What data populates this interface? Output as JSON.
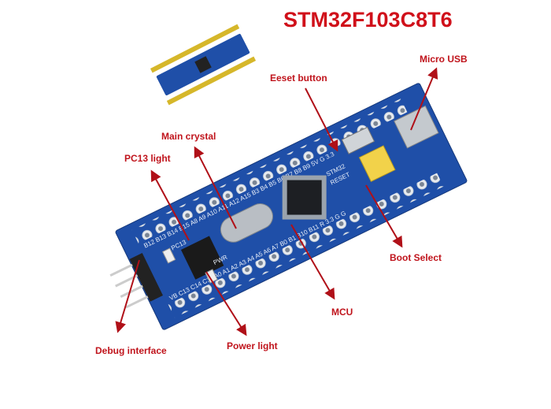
{
  "title": "STM32F103C8T6",
  "labels": {
    "micro_usb": "Micro USB",
    "reset_button": "Eeset button",
    "main_crystal": "Main crystal",
    "pc13_light": "PC13 light",
    "boot_select": "Boot Select",
    "mcu": "MCU",
    "debug_interface": "Debug interface",
    "power_light": "Power light"
  },
  "silkscreen": {
    "top_row": "B12 B13 B14 B15 A8 A9 A10 A11 A12 A15 B3 B4 B5 B6 B7 B8 B9 5V G 3.3",
    "bottom_row": "VB C13 C14 C15 A0 A1 A2 A3 A4 A5 A6 A7 B0 B1 B10 B11 R 3.3 G G",
    "stm32": "STM32",
    "reset": "RESET",
    "pc13": "PC13",
    "pwr": "PWR"
  },
  "colors": {
    "board": "#1f4fa8",
    "label": "#c0141c"
  }
}
